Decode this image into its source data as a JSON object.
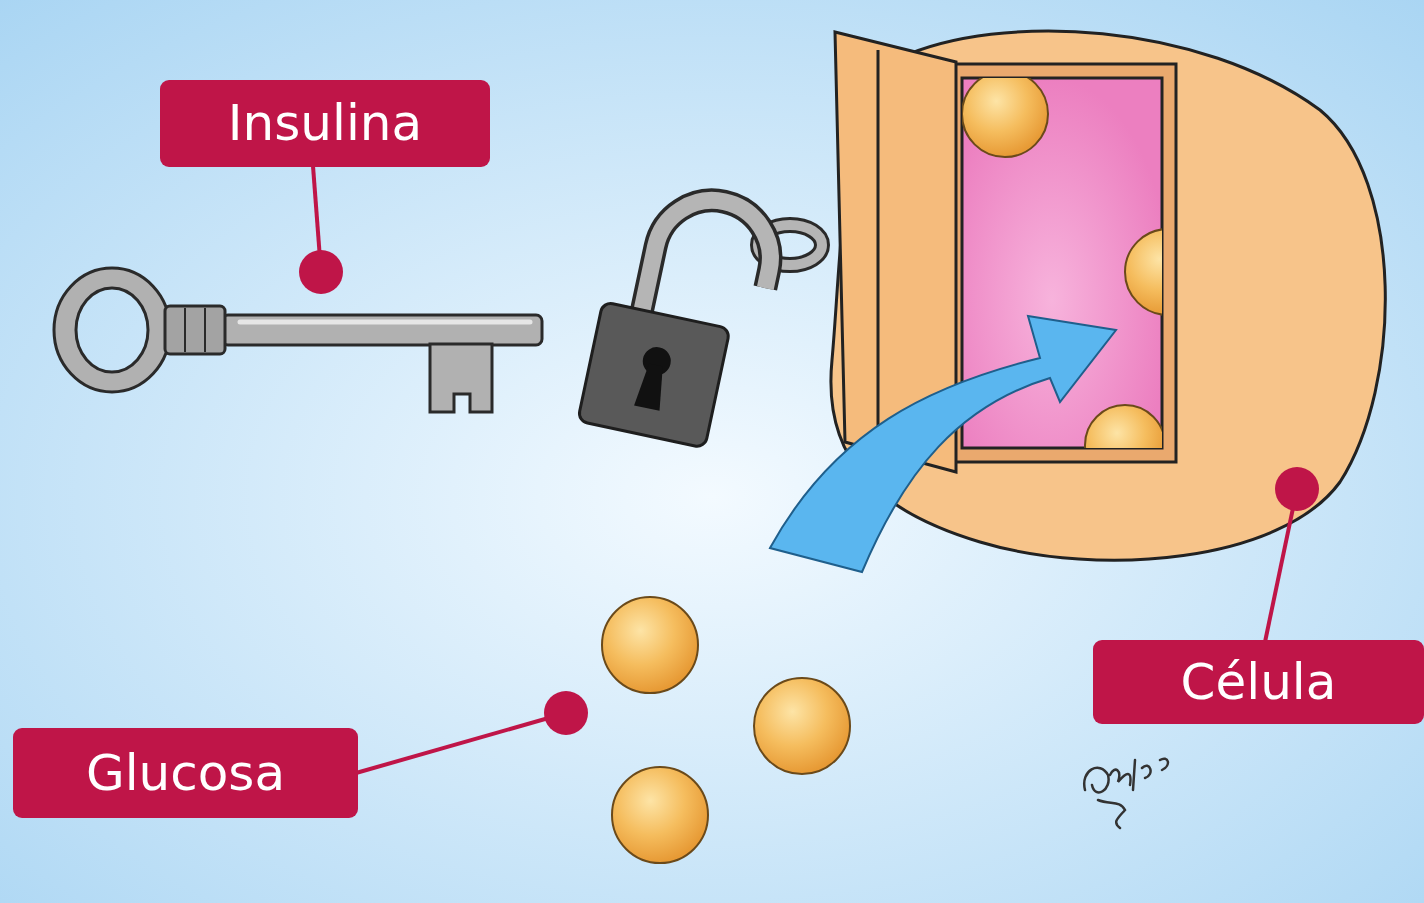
{
  "diagram": {
    "nodes": [
      {
        "text": [
          "Insulina"
        ]
      },
      {
        "text": [
          "Célula"
        ]
      },
      {
        "text": [
          "Glucosa"
        ]
      }
    ]
  }
}
